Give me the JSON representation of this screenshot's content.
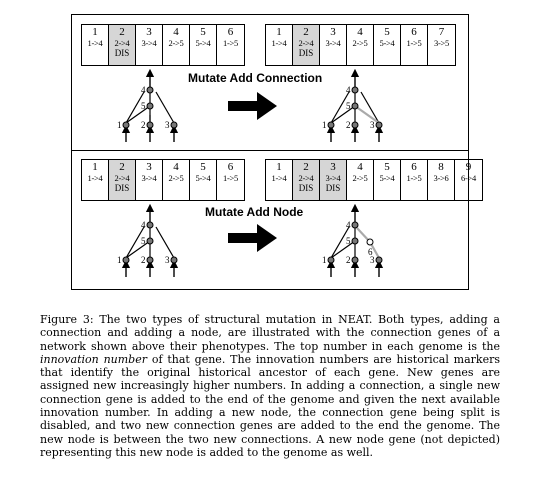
{
  "top_panel": {
    "title": "Mutate Add Connection",
    "parent_genes": [
      {
        "innovation": "1",
        "connection": "1->4",
        "disabled": false
      },
      {
        "innovation": "2",
        "connection": "2->4",
        "disabled": true
      },
      {
        "innovation": "3",
        "connection": "3->4",
        "disabled": false
      },
      {
        "innovation": "4",
        "connection": "2->5",
        "disabled": false
      },
      {
        "innovation": "5",
        "connection": "5->4",
        "disabled": false
      },
      {
        "innovation": "6",
        "connection": "1->5",
        "disabled": false
      }
    ],
    "child_genes": [
      {
        "innovation": "1",
        "connection": "1->4",
        "disabled": false
      },
      {
        "innovation": "2",
        "connection": "2->4",
        "disabled": true
      },
      {
        "innovation": "3",
        "connection": "3->4",
        "disabled": false
      },
      {
        "innovation": "4",
        "connection": "2->5",
        "disabled": false
      },
      {
        "innovation": "5",
        "connection": "5->4",
        "disabled": false
      },
      {
        "innovation": "6",
        "connection": "1->5",
        "disabled": false
      },
      {
        "innovation": "7",
        "connection": "3->5",
        "disabled": false
      }
    ]
  },
  "bottom_panel": {
    "title": "Mutate Add Node",
    "parent_genes": [
      {
        "innovation": "1",
        "connection": "1->4",
        "disabled": false
      },
      {
        "innovation": "2",
        "connection": "2->4",
        "disabled": true
      },
      {
        "innovation": "3",
        "connection": "3->4",
        "disabled": false
      },
      {
        "innovation": "4",
        "connection": "2->5",
        "disabled": false
      },
      {
        "innovation": "5",
        "connection": "5->4",
        "disabled": false
      },
      {
        "innovation": "6",
        "connection": "1->5",
        "disabled": false
      }
    ],
    "child_genes": [
      {
        "innovation": "1",
        "connection": "1->4",
        "disabled": false
      },
      {
        "innovation": "2",
        "connection": "2->4",
        "disabled": true
      },
      {
        "innovation": "3",
        "connection": "3->4",
        "disabled": true
      },
      {
        "innovation": "4",
        "connection": "2->5",
        "disabled": false
      },
      {
        "innovation": "5",
        "connection": "5->4",
        "disabled": false
      },
      {
        "innovation": "6",
        "connection": "1->5",
        "disabled": false
      },
      {
        "innovation": "8",
        "connection": "3->6",
        "disabled": false
      },
      {
        "innovation": "9",
        "connection": "6->4",
        "disabled": false
      }
    ]
  },
  "disabled_label": "DIS",
  "node_labels": {
    "n1": "1",
    "n2": "2",
    "n3": "3",
    "n4": "4",
    "n5": "5",
    "n6": "6"
  },
  "caption": {
    "prefix": "Figure 3: The two types of structural mutation in NEAT. Both types, adding a connection and adding a node, are illustrated with the connection genes of a network shown above their phenotypes. The top number in each genome is the ",
    "emphasis": "innovation number",
    "suffix": " of that gene. The innovation numbers are historical markers that identify the original historical ancestor of each gene. New genes are assigned new increasingly higher numbers. In adding a connection, a single new connection gene is added to the end of the genome and given the next available innovation number. In adding a new node, the connection gene being split is disabled, and two new connection genes are added to the end the genome. The new node is between the two new connections. A new node gene (not depicted) representing this new node is added to the genome as well."
  }
}
